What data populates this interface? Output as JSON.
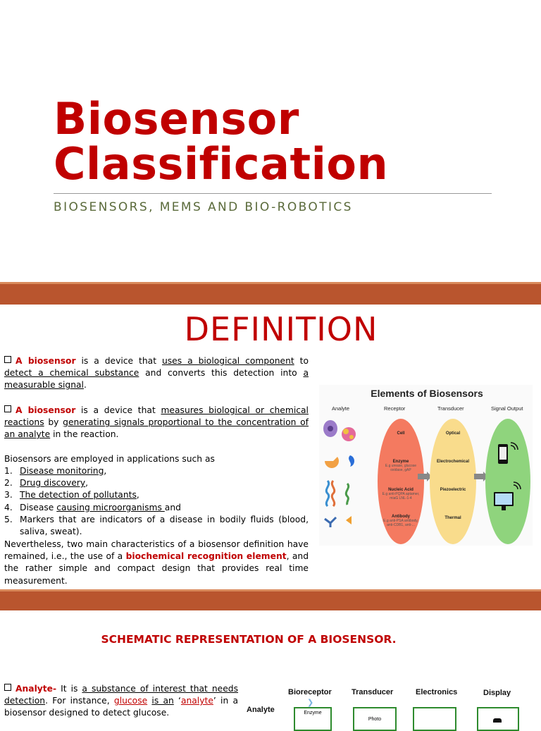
{
  "slide1": {
    "title_line1": "Biosensor",
    "title_line2": "Classification",
    "subtitle": "BIOSENSORS, MEMS AND BIO-ROBOTICS"
  },
  "slide2": {
    "title": "DEFINITION",
    "p1": {
      "term": "A biosensor",
      "t1": " is a device that ",
      "u1": "uses a biological component",
      "t2": " to ",
      "u2": "detect a chemical substance",
      "t3": " and converts this detection into ",
      "u3": "a measurable signal",
      "t4": "."
    },
    "p2": {
      "term": "A biosensor",
      "t1": " is a device that ",
      "u1": "measures biological or chemical reactions",
      "t2": " by ",
      "u2": "generating signals proportional to the concentration of an analyte",
      "t3": " in the reaction."
    },
    "intro": "Biosensors are employed in applications such as",
    "applications": [
      {
        "num": "1.",
        "pre": "",
        "u": "Disease monitoring",
        "post": ","
      },
      {
        "num": "2.",
        "pre": "",
        "u": "Drug discovery",
        "post": ","
      },
      {
        "num": "3.",
        "pre": "",
        "u": "The detection of pollutants",
        "post": ","
      },
      {
        "num": "4.",
        "pre": "Disease ",
        "u": "causing microorganisms ",
        "post": "and"
      },
      {
        "num": "5.",
        "pre": "Markers that are indicators of a disease in bodily fluids (blood, saliva, sweat).",
        "u": "",
        "post": ""
      }
    ],
    "p3": {
      "t1": "Nevertheless, two main characteristics of a biosensor definition have remained, i.e., the use of a ",
      "term": "biochemical recognition element",
      "t2": ", and the rather simple and compact design that provides real time measurement."
    },
    "diagram": {
      "title": "Elements of Biosensors",
      "columns": [
        "Analyte",
        "Receptor",
        "Transducer",
        "Signal Output"
      ],
      "receptor_items": [
        {
          "label": "Cell",
          "detail": ""
        },
        {
          "label": "Enzyme",
          "detail": "E.g urease, glucose oxidase, gAP"
        },
        {
          "label": "Nucleic Acid",
          "detail": "E.g anti-PQPA aptamer, miaG LNL-1-4"
        },
        {
          "label": "Antibody",
          "detail": "E.g anti-PSA antibody, anti-CDB1, anti-..."
        }
      ],
      "transducer_items": [
        "Optical",
        "Electrochemical",
        "Piezoelectric",
        "Thermal"
      ],
      "colors": {
        "receptor": "#f47a60",
        "transducer": "#f9dc8c",
        "output": "#8fd47d"
      }
    }
  },
  "slide3": {
    "title": "SCHEMATIC REPRESENTATION OF A BIOSENSOR.",
    "p1": {
      "term": "Analyte-",
      "t1": " It is ",
      "u1": "a substance of interest that needs detection",
      "t2": ". For instance, ",
      "u2": "glucose",
      "t3": " ",
      "u3": "is an",
      "t4": " ‘",
      "u4": "analyte",
      "t5": "’ in a biosensor designed to detect glucose."
    },
    "schematic": {
      "headers": [
        "Bioreceptor",
        "Transducer",
        "Electronics",
        "Display"
      ],
      "row_label": "Analyte",
      "box1": "Enzyme",
      "box2": "Photo"
    }
  },
  "colors": {
    "accent": "#c00000",
    "bar": "#b9552e",
    "bar_line": "#d98a5c",
    "subtitle": "#5a6a3a"
  }
}
